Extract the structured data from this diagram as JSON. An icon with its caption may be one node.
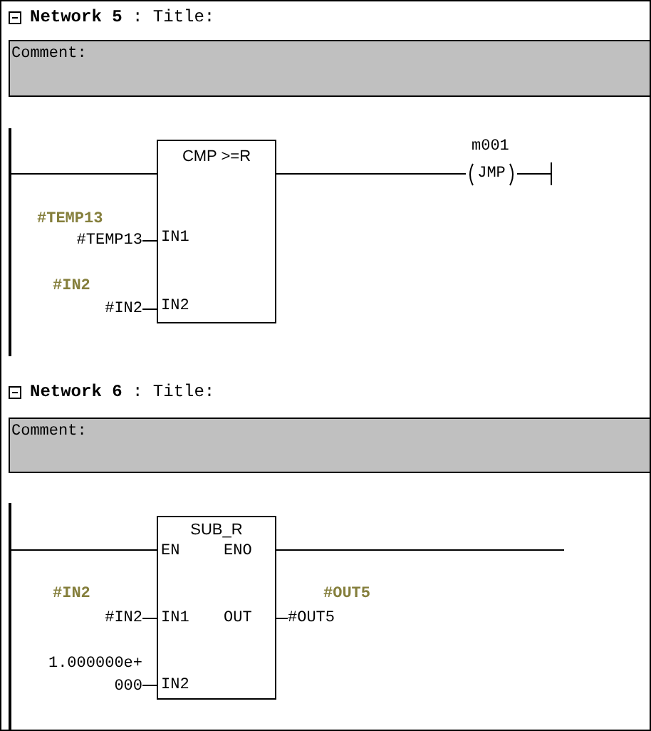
{
  "diagram": {
    "nodes": [
      {
        "text": [
          "Comment:"
        ]
      },
      {
        "text": [],
        "shape": "bar"
      },
      {
        "text": [
          "CMP >=R",
          "IN1",
          "IN2"
        ]
      },
      {
        "text": [
          "JMP"
        ],
        "beside": [
          "m001"
        ]
      },
      {
        "text": [
          "#TEMP13"
        ],
        "beside": [
          "#TEMP13"
        ]
      },
      {
        "text": [
          "#IN2"
        ],
        "beside": [
          "#IN2"
        ]
      },
      {
        "text": [
          "Comment:"
        ]
      },
      {
        "text": [],
        "shape": "bar"
      },
      {
        "text": [
          "SUB_R",
          "EN",
          "ENO",
          "IN1",
          "OUT",
          "IN2"
        ]
      },
      {
        "text": [
          "#IN2"
        ],
        "beside": [
          "#IN2"
        ]
      },
      {
        "text": [
          "#OUT5"
        ],
        "beside": [
          "#OUT5"
        ]
      },
      {
        "text": [
          "1.000000e+ 000"
        ]
      }
    ],
    "edges": [
      {
        "from": 1,
        "to": 2,
        "arrow": "none"
      },
      {
        "from": 2,
        "to": 3,
        "arrow": "none"
      },
      {
        "from": 4,
        "to": 2,
        "arrow": "none"
      },
      {
        "from": 5,
        "to": 2,
        "arrow": "none"
      },
      {
        "from": 7,
        "to": 8,
        "arrow": "none"
      },
      {
        "from": 8,
        "to": null,
        "arrow": "none"
      },
      {
        "from": 9,
        "to": 8,
        "arrow": "none"
      },
      {
        "from": 8,
        "to": 10,
        "arrow": "none"
      },
      {
        "from": 11,
        "to": 8,
        "arrow": "none"
      }
    ],
    "labels": [
      "**Network 5** : Title:",
      "**Network 6** : Title:"
    ]
  }
}
